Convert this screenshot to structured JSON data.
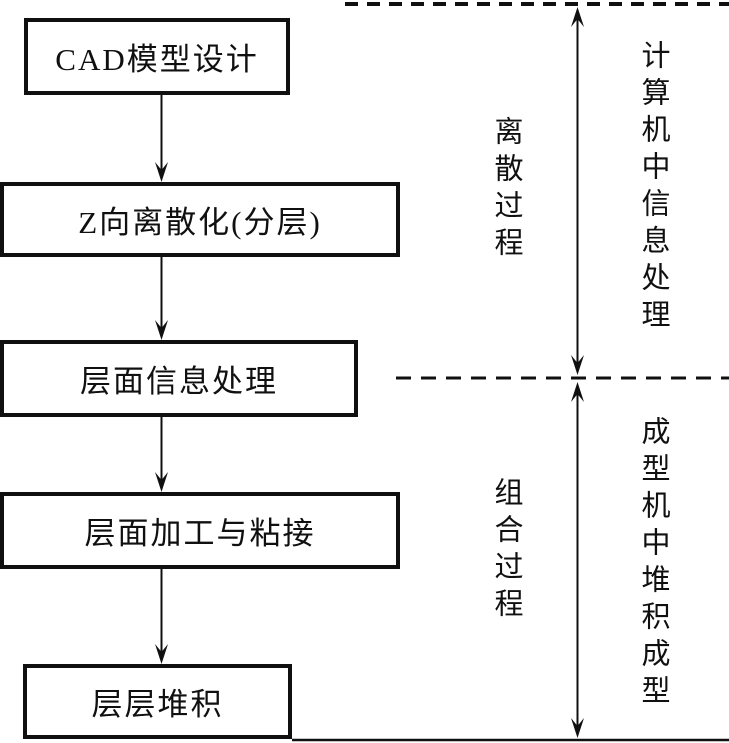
{
  "diagram": {
    "boxes": [
      {
        "id": "cad-model-design",
        "label": "CAD模型设计"
      },
      {
        "id": "z-discretization",
        "label": "Z向离散化(分层)"
      },
      {
        "id": "layer-info-processing",
        "label": "层面信息处理"
      },
      {
        "id": "layer-machining-bond",
        "label": "层面加工与粘接"
      },
      {
        "id": "layer-stacking",
        "label": "层层堆积"
      }
    ],
    "phase_labels": {
      "discrete_process": "离散过程",
      "combine_process": "组合过程"
    },
    "side_captions": {
      "computer_info_processing": "计算机中信息处理",
      "machine_stack_forming": "成型机中堆积成型"
    },
    "colors": {
      "ink": "#101010",
      "background": "#ffffff"
    }
  }
}
